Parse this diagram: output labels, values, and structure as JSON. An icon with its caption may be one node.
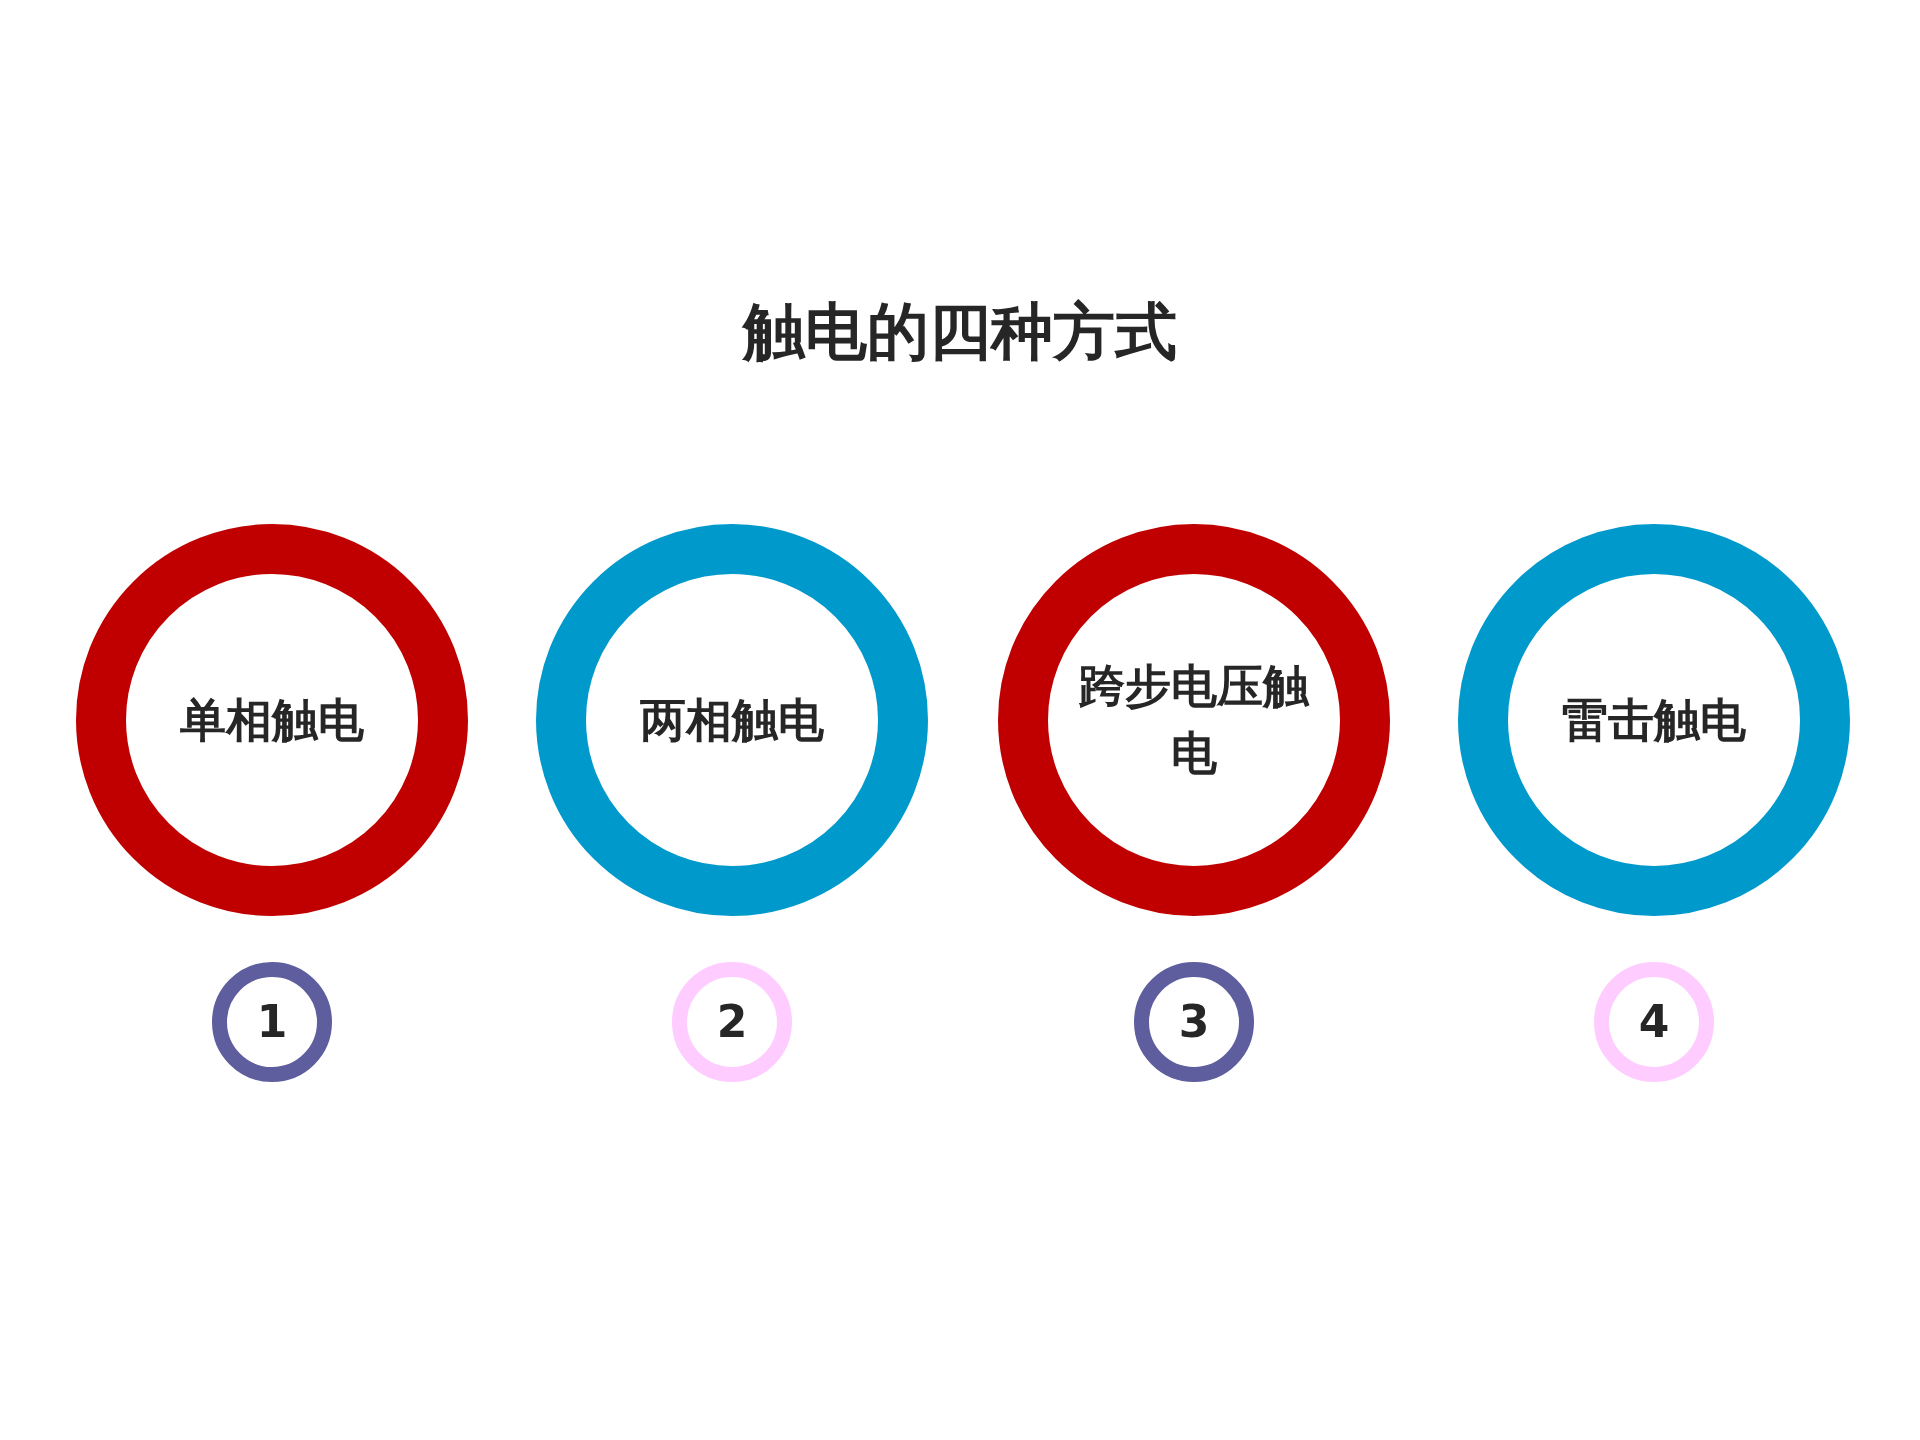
{
  "diagram": {
    "title": "触电的四种方式",
    "nodes": [
      {
        "text": [
          "单相触电"
        ]
      },
      {
        "text": [
          "两相触电"
        ]
      },
      {
        "text": [
          "跨步电压触电"
        ]
      },
      {
        "text": [
          "雷击触电"
        ]
      },
      {
        "text": [
          "1"
        ]
      },
      {
        "text": [
          "2"
        ]
      },
      {
        "text": [
          "3"
        ]
      },
      {
        "text": [
          "4"
        ]
      }
    ]
  }
}
